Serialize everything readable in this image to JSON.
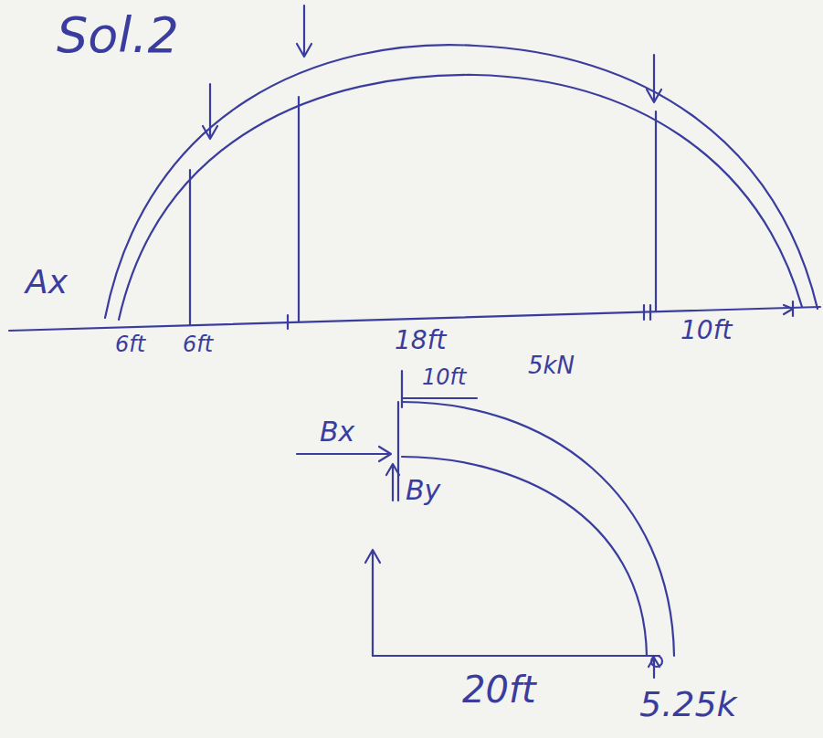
{
  "diagram": {
    "labels": [
      "Sol.2",
      "Ax",
      "6ft",
      "6ft",
      "18ft",
      "10ft",
      "5kN",
      "10ft",
      "Bx",
      "By",
      "20ft",
      "5.25k"
    ]
  }
}
